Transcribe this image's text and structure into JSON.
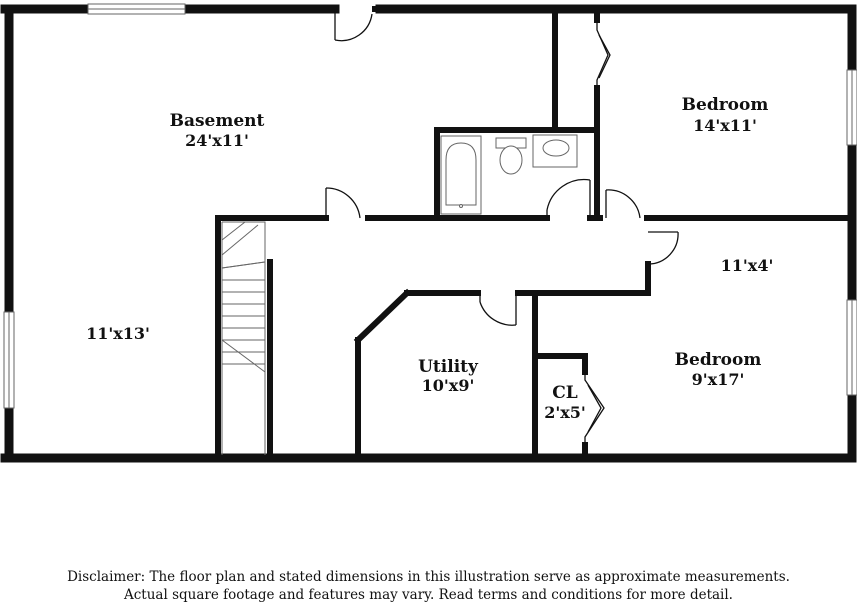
{
  "colors": {
    "wall": "#111111",
    "fixture": "#666666",
    "background": "#ffffff"
  },
  "rooms": {
    "basement": {
      "name": "Basement",
      "dim": "24'x11'"
    },
    "basement_lower": {
      "dim": "11'x13'"
    },
    "bedroom_1": {
      "name": "Bedroom",
      "dim": "14'x11'"
    },
    "hall": {
      "dim": "11'x4'"
    },
    "utility": {
      "name": "Utility",
      "dim": "10'x9'"
    },
    "closet": {
      "name": "CL",
      "dim": "2'x5'"
    },
    "bedroom_2": {
      "name": "Bedroom",
      "dim": "9'x17'"
    }
  },
  "disclaimer": {
    "line1": "Disclaimer: The floor plan and stated dimensions in this illustration serve as approximate measurements.",
    "line2": "Actual square footage and features may vary. Read terms and conditions for more detail."
  }
}
